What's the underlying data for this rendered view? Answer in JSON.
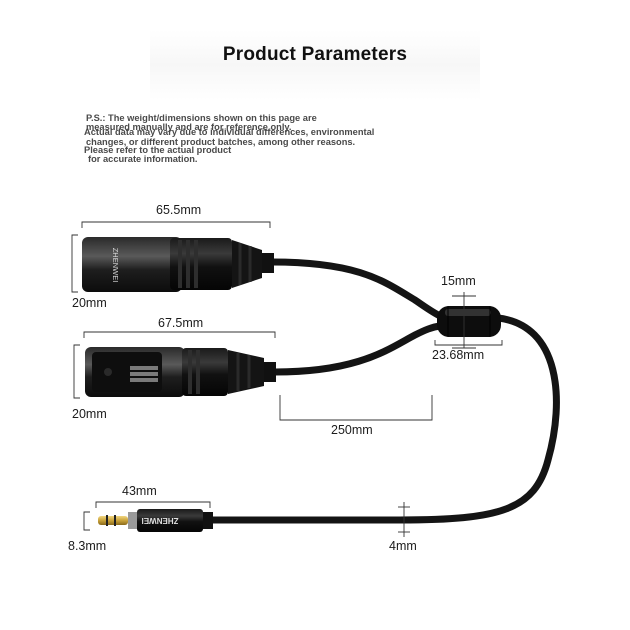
{
  "header": {
    "title": "Product Parameters"
  },
  "note": {
    "lines": [
      "P.S.: The weight/dimensions shown on this page are",
      "measured manually and are for reference only.",
      "Actual data may vary due to individual differences, environmental",
      "changes, or different product batches, among other reasons.",
      "Please refer to the actual product",
      "for accurate information."
    ]
  },
  "connectors": {
    "xlr_male": {
      "length": "65.5mm",
      "diameter": "20mm",
      "brand": "ZHENWEI"
    },
    "xlr_female": {
      "length": "67.5mm",
      "diameter": "20mm"
    },
    "splitter": {
      "width": "15mm",
      "length": "23.68mm"
    },
    "split_cable": {
      "length": "250mm"
    },
    "trs_plug": {
      "length": "43mm",
      "diameter": "8.3mm",
      "brand": "ZHENWEI"
    },
    "main_cable": {
      "diameter": "4mm"
    }
  },
  "colors": {
    "cable": "#141414",
    "dim_line": "#333333",
    "gold": "#c9a23a"
  }
}
